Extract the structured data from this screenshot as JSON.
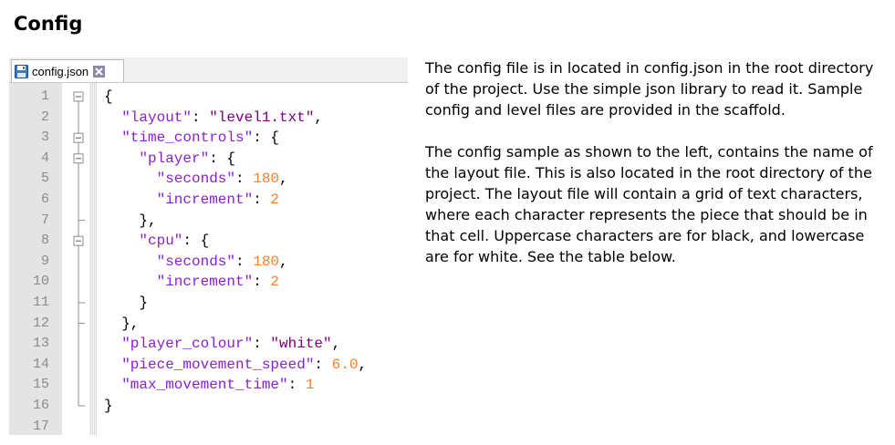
{
  "heading": "Config",
  "editor": {
    "tab_label": "config.json",
    "line_numbers": [
      "1",
      "2",
      "3",
      "4",
      "5",
      "6",
      "7",
      "8",
      "9",
      "10",
      "11",
      "12",
      "13",
      "14",
      "15",
      "16",
      "17"
    ],
    "lines": [
      {
        "indent": 0,
        "parts": [
          {
            "t": "{",
            "k": "brace"
          }
        ]
      },
      {
        "indent": 2,
        "parts": [
          {
            "t": "\"layout\"",
            "k": "key"
          },
          {
            "t": ": ",
            "k": "sep"
          },
          {
            "t": "\"level1.txt\"",
            "k": "str"
          },
          {
            "t": ",",
            "k": "sep"
          }
        ]
      },
      {
        "indent": 2,
        "parts": [
          {
            "t": "\"time_controls\"",
            "k": "key"
          },
          {
            "t": ": {",
            "k": "sep"
          }
        ]
      },
      {
        "indent": 4,
        "parts": [
          {
            "t": "\"player\"",
            "k": "key"
          },
          {
            "t": ": {",
            "k": "sep"
          }
        ]
      },
      {
        "indent": 6,
        "parts": [
          {
            "t": "\"seconds\"",
            "k": "key"
          },
          {
            "t": ": ",
            "k": "sep"
          },
          {
            "t": "180",
            "k": "num"
          },
          {
            "t": ",",
            "k": "sep"
          }
        ]
      },
      {
        "indent": 6,
        "parts": [
          {
            "t": "\"increment\"",
            "k": "key"
          },
          {
            "t": ": ",
            "k": "sep"
          },
          {
            "t": "2",
            "k": "num"
          }
        ]
      },
      {
        "indent": 4,
        "parts": [
          {
            "t": "},",
            "k": "sep"
          }
        ]
      },
      {
        "indent": 4,
        "parts": [
          {
            "t": "\"cpu\"",
            "k": "key"
          },
          {
            "t": ": {",
            "k": "sep"
          }
        ]
      },
      {
        "indent": 6,
        "parts": [
          {
            "t": "\"seconds\"",
            "k": "key"
          },
          {
            "t": ": ",
            "k": "sep"
          },
          {
            "t": "180",
            "k": "num"
          },
          {
            "t": ",",
            "k": "sep"
          }
        ]
      },
      {
        "indent": 6,
        "parts": [
          {
            "t": "\"increment\"",
            "k": "key"
          },
          {
            "t": ": ",
            "k": "sep"
          },
          {
            "t": "2",
            "k": "num"
          }
        ]
      },
      {
        "indent": 4,
        "parts": [
          {
            "t": "}",
            "k": "sep"
          }
        ]
      },
      {
        "indent": 2,
        "parts": [
          {
            "t": "},",
            "k": "sep"
          }
        ]
      },
      {
        "indent": 2,
        "parts": [
          {
            "t": "\"player_colour\"",
            "k": "key"
          },
          {
            "t": ": ",
            "k": "sep"
          },
          {
            "t": "\"white\"",
            "k": "str"
          },
          {
            "t": ",",
            "k": "sep"
          }
        ]
      },
      {
        "indent": 2,
        "parts": [
          {
            "t": "\"piece_movement_speed\"",
            "k": "key"
          },
          {
            "t": ": ",
            "k": "sep"
          },
          {
            "t": "6.0",
            "k": "num"
          },
          {
            "t": ",",
            "k": "sep"
          }
        ]
      },
      {
        "indent": 2,
        "parts": [
          {
            "t": "\"max_movement_time\"",
            "k": "key"
          },
          {
            "t": ": ",
            "k": "sep"
          },
          {
            "t": "1",
            "k": "num"
          }
        ]
      },
      {
        "indent": 0,
        "parts": [
          {
            "t": "}",
            "k": "brace"
          }
        ]
      },
      {
        "indent": 0,
        "parts": []
      }
    ]
  },
  "colors": {
    "key": "#8b1fd1",
    "string": "#7a0080",
    "number": "#ff7f27",
    "gutter": "#e4e4e4",
    "close_icon": "#7f7f9f"
  },
  "description": {
    "paragraph1": "The config file is in located in config.json in the root directory of the project. Use the simple json library to read it. Sample config and level files are provided in the scaffold.",
    "paragraph2": "The config sample as shown to the left, contains the name of the layout file. This is also located in the root directory of the project. The layout file will contain a grid of text characters, where each character represents the piece that should be in that cell. Uppercase characters are for black, and lowercase are for white. See the table below."
  }
}
